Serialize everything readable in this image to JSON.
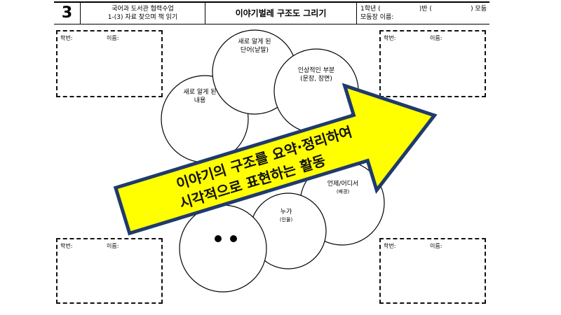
{
  "header": {
    "number": "3",
    "course_line1": "국어과 도서관 협력수업",
    "course_line2": "1-(3) 자료 찾으며 책 읽기",
    "title": "이야기벌레 구조도 그리기",
    "class_label": "1학년 (",
    "class_mid": ")반 (",
    "group_label": ") 모둠",
    "leader_label": "모둠장 이름:"
  },
  "boxes": {
    "student_id_label": "학번:",
    "name_label": "이름:"
  },
  "circles": {
    "words": [
      "새로 알게 된",
      "단어(낱말)"
    ],
    "impressive": [
      "인상적인 부분",
      "(문장, 장면)"
    ],
    "content": [
      "새로 알게 된",
      "내용"
    ],
    "when_where": "언제/어디서",
    "when_where_sub": "(배경)",
    "who": "누가",
    "who_sub": "(인물)"
  },
  "arrow": {
    "line1": "이야기의 구조를 요약·정리하여",
    "line2": "시각적으로 표현하는 활동",
    "fill": "#ffff00",
    "stroke": "#1f3a6e"
  }
}
